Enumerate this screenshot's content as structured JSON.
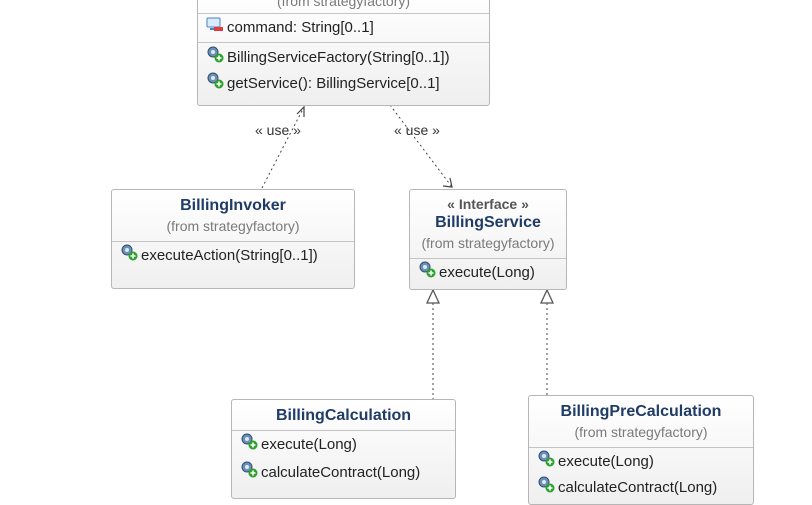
{
  "factory": {
    "from": "(from strategyfactory)",
    "attributes": [
      "command: String[0..1]"
    ],
    "operations": [
      "BillingServiceFactory(String[0..1])",
      "getService(): BillingService[0..1]"
    ]
  },
  "invoker": {
    "name": "BillingInvoker",
    "from": "(from strategyfactory)",
    "operations": [
      "executeAction(String[0..1])"
    ]
  },
  "service": {
    "stereotype": "« Interface »",
    "name": "BillingService",
    "from": "(from strategyfactory)",
    "operations": [
      "execute(Long)"
    ]
  },
  "calculation": {
    "name": "BillingCalculation",
    "operations": [
      "execute(Long)",
      "calculateContract(Long)"
    ]
  },
  "precalculation": {
    "name": "BillingPreCalculation",
    "from": "(from strategyfactory)",
    "operations": [
      "execute(Long)",
      "calculateContract(Long)"
    ]
  },
  "relations": {
    "use_label_left": "« use »",
    "use_label_right": "« use »"
  },
  "icons": {
    "operation": "public-operation-icon",
    "attribute": "private-attribute-icon"
  }
}
